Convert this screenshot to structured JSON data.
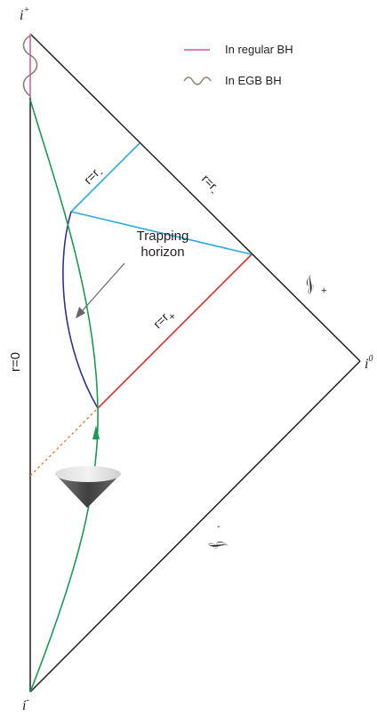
{
  "diagram": {
    "points": {
      "i_plus": {
        "base": "i",
        "sup": "+"
      },
      "i_minus": {
        "base": "i",
        "sup": "-"
      },
      "i_zero": {
        "base": "i",
        "sup": "0"
      }
    },
    "null_infinity": {
      "future": {
        "base": "𝒥",
        "sup": "+"
      },
      "past": {
        "base": "𝒥",
        "sup": "-"
      }
    },
    "legend": {
      "regular": {
        "label": "In regular BH",
        "color": "#e07fb0"
      },
      "egb": {
        "label": "In EGB BH",
        "color": "#8b7e72"
      }
    },
    "labels": {
      "axis": "r=0",
      "r_minus_upper": "r=r",
      "r_minus_upper_sub": "-",
      "r_minus_right": "r=r",
      "r_minus_right_sub": "-",
      "r_plus": "r=r",
      "r_plus_sub": "+",
      "trapping_line1": "Trapping",
      "trapping_line2": "horizon"
    },
    "colors": {
      "boundary": "#231f20",
      "inner_horizon": "#29abe2",
      "event_horizon": "#d6312f",
      "worldline": "#1a9a52",
      "trapping": "#2e3192",
      "dashed": "#e8763a",
      "cone": "#555555",
      "arrow": "#666666"
    }
  }
}
